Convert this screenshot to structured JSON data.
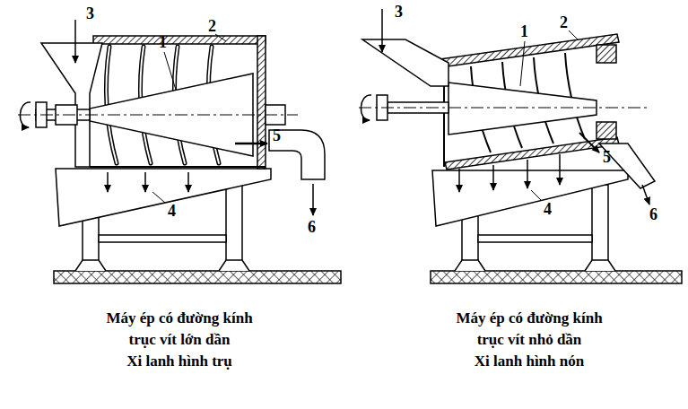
{
  "diagram": {
    "labels": [
      "3",
      "1",
      "2",
      "5",
      "4",
      "6",
      "Máy ép có đường kính",
      "trục vít lớn dần",
      "Xi lanh hình trụ",
      "3",
      "1",
      "2",
      "5",
      "4",
      "6",
      "Máy ép có đường kính",
      "trục vít nhỏ dần",
      "Xi lanh hình nón"
    ]
  }
}
